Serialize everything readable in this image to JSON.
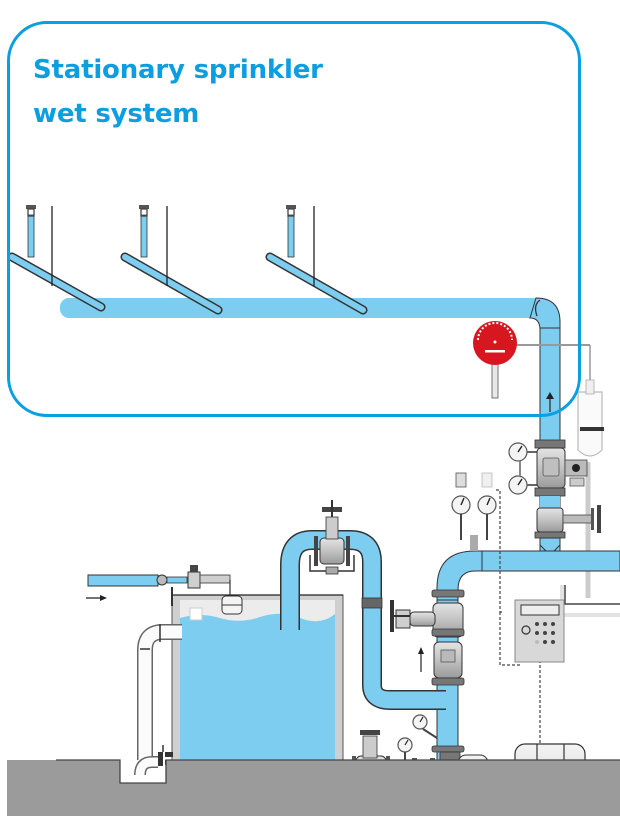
{
  "title": {
    "line1": "Stationary sprinkler",
    "line2": "wet system"
  },
  "colors": {
    "accent": "#0a9fe0",
    "title_text": "#0c9ee0",
    "water": "#7dcdf1",
    "pipe_outline": "#333333",
    "metal": "#c8c8c8",
    "ground": "#9b9b9b",
    "alarm_red": "#d7161f"
  },
  "components": {
    "sprinkler_heads": 3,
    "pressure_gauges": 6,
    "flow_arrows": [
      "inlet-right",
      "riser-up",
      "main-up"
    ]
  }
}
